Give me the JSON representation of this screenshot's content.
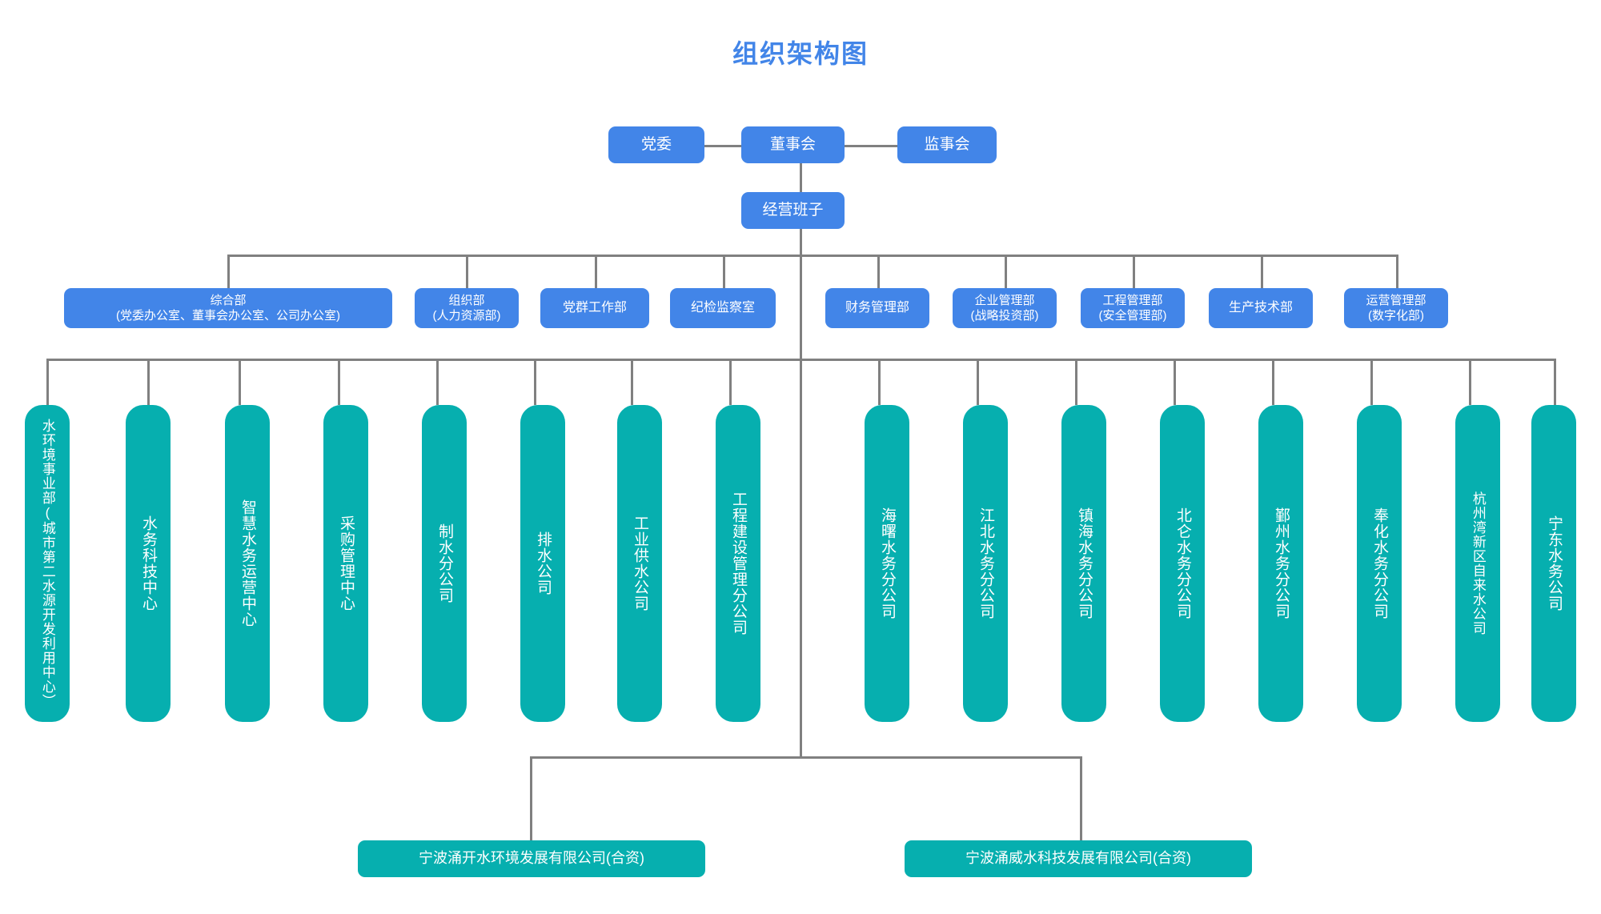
{
  "title": "组织架构图",
  "colors": {
    "title": "#4285e8",
    "governance_box": "#4285e8",
    "department_box": "#4285e8",
    "subsidiary_box": "#06afaf",
    "joint_venture_box": "#06afaf",
    "connector_line": "#808080",
    "background": "#ffffff",
    "box_text": "#ffffff"
  },
  "governance": {
    "party_committee": "党委",
    "board_of_directors": "董事会",
    "board_of_supervisors": "监事会",
    "management_team": "经营班子"
  },
  "departments": [
    {
      "name": "综合部",
      "alias": "(党委办公室、董事会办公室、公司办公室)"
    },
    {
      "name": "组织部",
      "alias": "(人力资源部)"
    },
    {
      "name": "党群工作部",
      "alias": ""
    },
    {
      "name": "纪检监察室",
      "alias": ""
    },
    {
      "name": "财务管理部",
      "alias": ""
    },
    {
      "name": "企业管理部",
      "alias": "(战略投资部)"
    },
    {
      "name": "工程管理部",
      "alias": "(安全管理部)"
    },
    {
      "name": "生产技术部",
      "alias": ""
    },
    {
      "name": "运营管理部",
      "alias": "(数字化部)"
    }
  ],
  "subsidiaries": [
    {
      "name": "水环境事业部(城市第二水源开发利用中心）"
    },
    {
      "name": "水务科技中心"
    },
    {
      "name": "智慧水务运营中心"
    },
    {
      "name": "采购管理中心"
    },
    {
      "name": "制水分公司"
    },
    {
      "name": "排水公司"
    },
    {
      "name": "工业供水公司"
    },
    {
      "name": "工程建设管理分公司"
    },
    {
      "name": "海曙水务分公司"
    },
    {
      "name": "江北水务分公司"
    },
    {
      "name": "镇海水务分公司"
    },
    {
      "name": "北仑水务分公司"
    },
    {
      "name": "鄞州水务分公司"
    },
    {
      "name": "奉化水务分公司"
    },
    {
      "name": "杭州湾新区自来水公司"
    },
    {
      "name": "宁东水务公司"
    }
  ],
  "joint_ventures": [
    {
      "name": "宁波涌开水环境发展有限公司(合资)"
    },
    {
      "name": "宁波涌威水科技发展有限公司(合资)"
    }
  ]
}
